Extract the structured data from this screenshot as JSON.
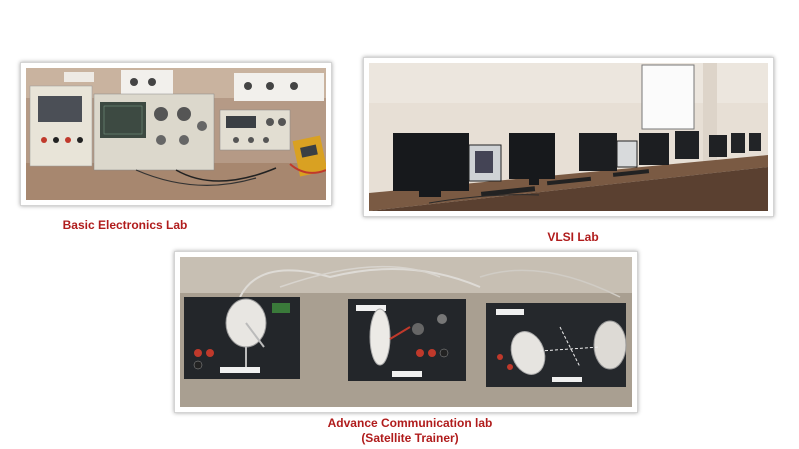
{
  "photos": [
    {
      "caption": "Basic Electronics Lab"
    },
    {
      "caption": "VLSI Lab"
    },
    {
      "caption": "Advance Communication lab",
      "caption_line2": "(Satellite Trainer)"
    }
  ]
}
